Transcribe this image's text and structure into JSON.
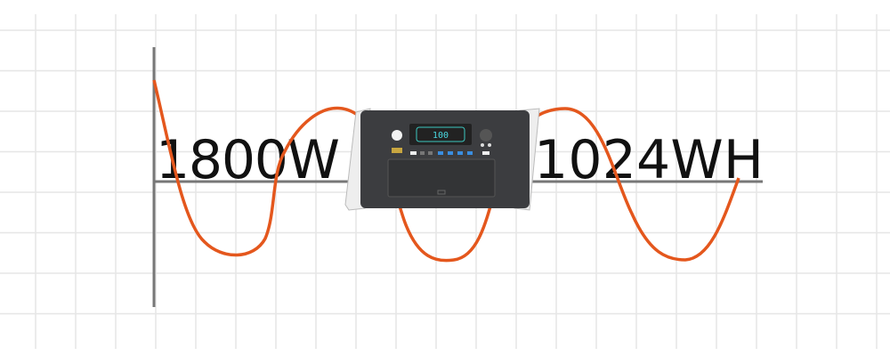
{
  "labels": {
    "power": "1800W",
    "capacity": "1024WH"
  },
  "device": {
    "display_value": "100"
  },
  "colors": {
    "wave": "#e4571d",
    "axis": "#777777",
    "grid": "#e6e6e6",
    "text": "#111111",
    "device_body": "#3c3d40",
    "device_side": "#f2f2f2"
  }
}
